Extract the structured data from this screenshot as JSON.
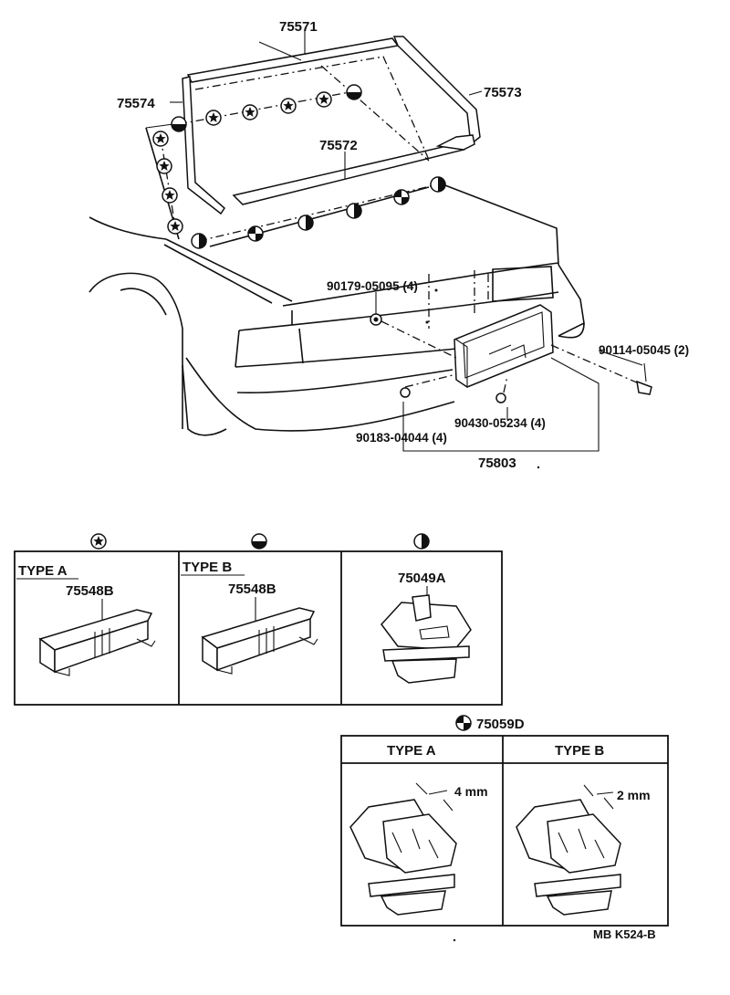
{
  "callouts": {
    "p75571": "75571",
    "p75574": "75574",
    "p75573": "75573",
    "p75572": "75572",
    "p90179": "90179-05095 (4)",
    "p90114": "90114-05045 (2)",
    "p90430": "90430-05234 (4)",
    "p90183": "90183-04044 (4)",
    "p75803": "75803"
  },
  "legend": {
    "typeA": {
      "type_label": "TYPE A",
      "part_no": "75548B",
      "symbol": "star-circle-icon"
    },
    "typeB": {
      "type_label": "TYPE B",
      "part_no": "75548B",
      "symbol": "half-horizontal-circle-icon"
    },
    "clip": {
      "part_no": "75049A",
      "symbol": "half-vertical-circle-icon"
    }
  },
  "detail": {
    "part_no": "75059D",
    "symbol": "quarter-circle-icon",
    "typeA": {
      "type_label": "TYPE A",
      "dim": "4 mm"
    },
    "typeB": {
      "type_label": "TYPE B",
      "dim": "2 mm"
    }
  },
  "footer_code": "MB K524-B"
}
